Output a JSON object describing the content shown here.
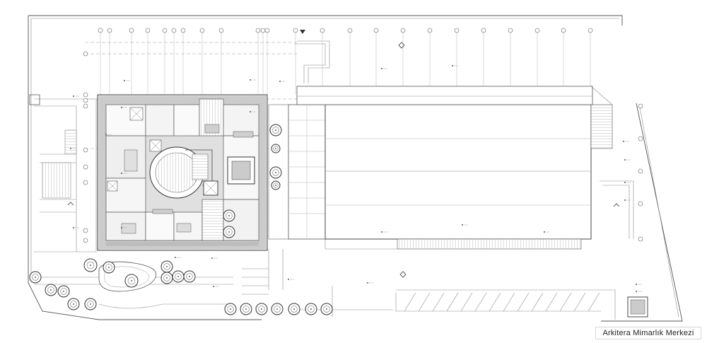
{
  "caption": {
    "text": "Arkitera Mimarlık Merkezi"
  },
  "colors": {
    "background": "#ffffff",
    "line": "#555555",
    "hatch": "#c8c8c8",
    "tree": "#333333"
  },
  "plan": {
    "kind": "architectural site floor plan",
    "tree_count": 25
  }
}
